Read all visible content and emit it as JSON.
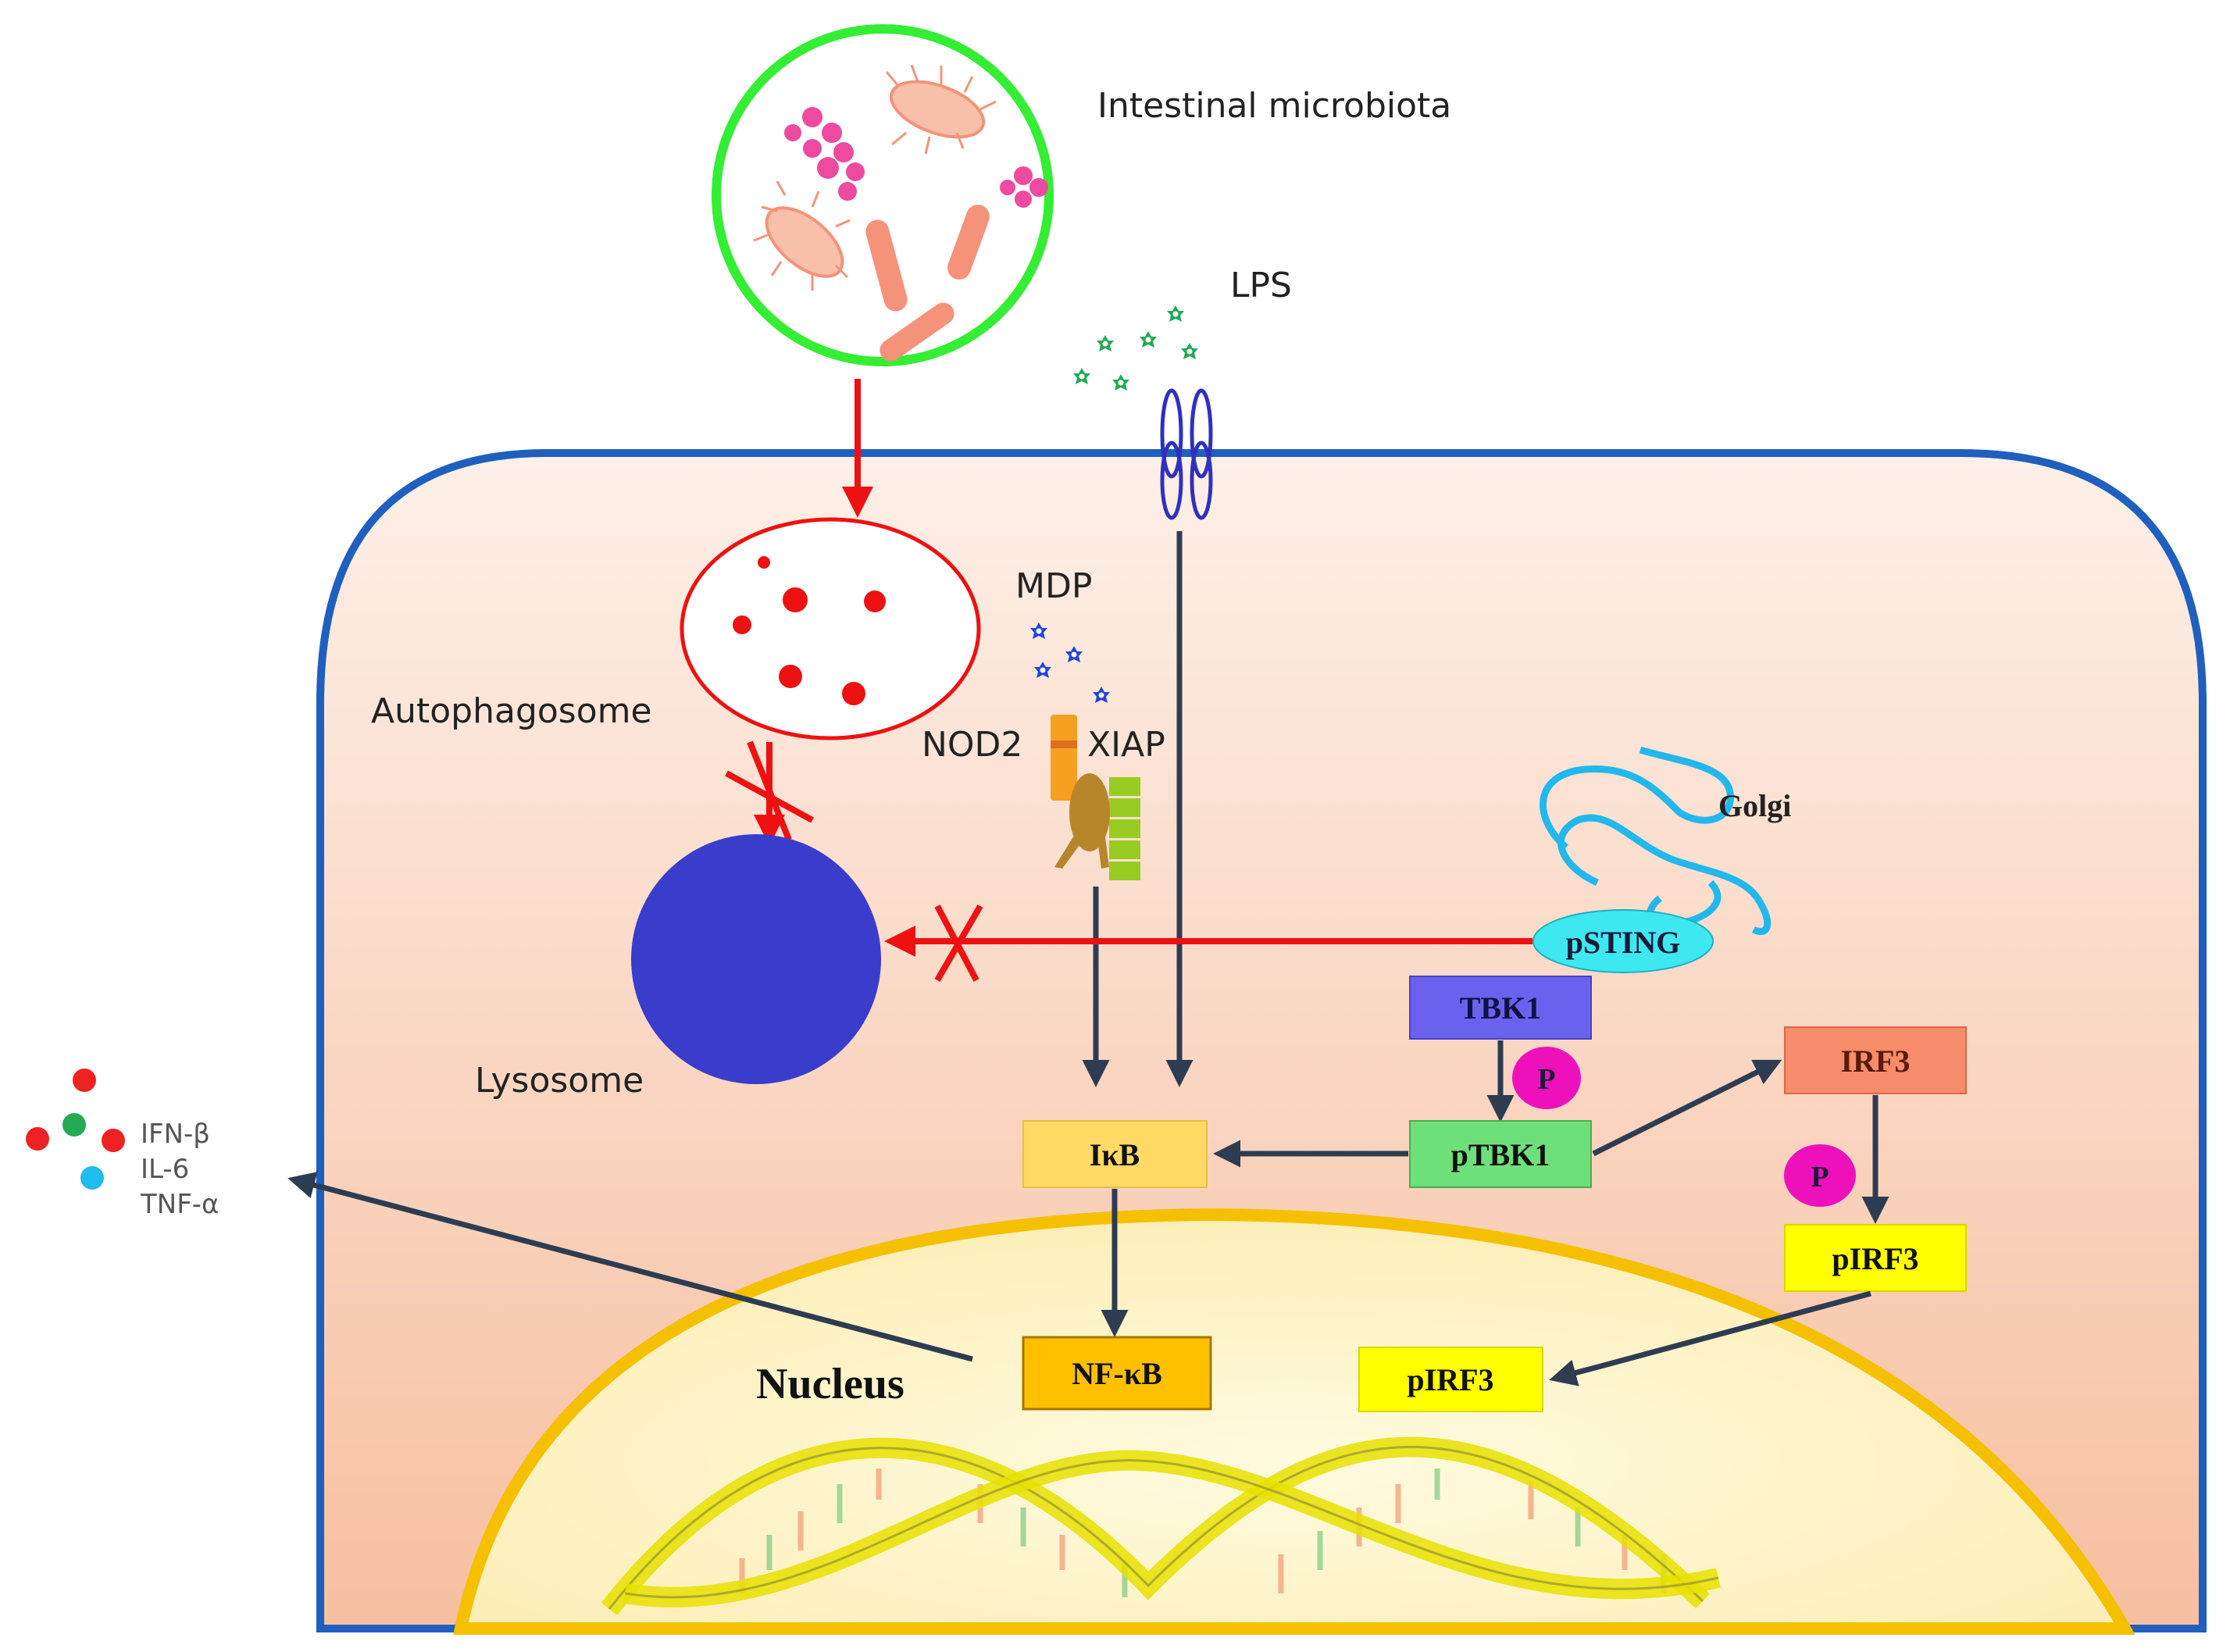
{
  "labels": {
    "microbiota": "Intestinal microbiota",
    "lps": "LPS",
    "mdp": "MDP",
    "autophagosome": "Autophagosome",
    "nod2": "NOD2",
    "xiap": "XIAP",
    "golgi": "Golgi",
    "psting": "pSTING",
    "lysosome": "Lysosome",
    "tbk1": "TBK1",
    "ptbk1": "pTBK1",
    "irf3": "IRF3",
    "pirf3_cyto": "pIRF3",
    "pirf3_nuc": "pIRF3",
    "ikb": "IκB",
    "nfkb": "NF-κB",
    "nucleus": "Nucleus",
    "phospho_1": "P",
    "phospho_2": "P",
    "cytokines": [
      "IFN-β",
      "IL-6",
      "TNF-α"
    ]
  },
  "colors": {
    "cell_membrane": "#1f5fbf",
    "cytoplasm": "#f8c8a8",
    "nucleus_border": "#f5c000",
    "nucleus_fill": "#fdf2c8",
    "microbiota_ring": "#33ee33",
    "inhibition": "#ee1111",
    "pathway_arrow": "#2e3c52",
    "lysosome": "#3a3ccc",
    "psting": "#3ee8f0",
    "tbk1": "#6a62ee",
    "ptbk1": "#6ee07a",
    "irf3": "#f78c6a",
    "pirf3": "#ffff00",
    "ikb": "#ffd966",
    "nfkb": "#ffc000",
    "phospho": "#ee11bb",
    "golgi": "#22b8ee",
    "lps_particles": "#22aa55",
    "mdp_particles": "#2244dd"
  }
}
